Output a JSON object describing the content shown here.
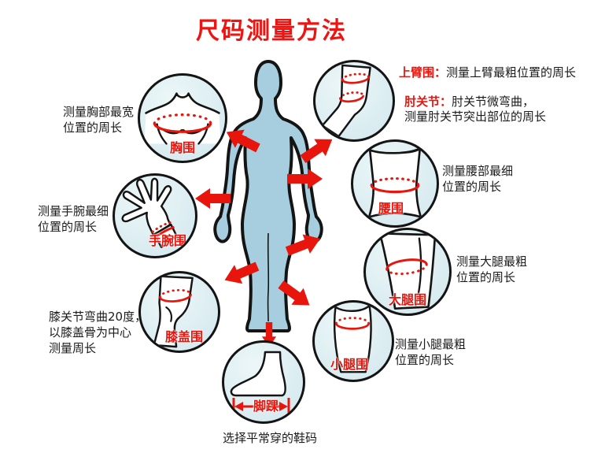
{
  "title": "尺码测量方法",
  "colors": {
    "accent_red": "#e8150d",
    "title_red": "#ed1512",
    "body_fill": "#a6cedf",
    "circle_fill": "#ddeef2",
    "outline": "#141414",
    "text_black": "#1b1b1b"
  },
  "annotations": {
    "upper_arm": {
      "label": "上臂围：",
      "text": "测量上臂最粗位置的周长"
    },
    "elbow_joint": {
      "label": "肘关节：",
      "text_line1": "肘关节微弯曲，",
      "text_line2": "测量肘关节突出部位的周长"
    },
    "chest": {
      "badge": "胸围",
      "note_line1": "测量胸部最宽",
      "note_line2": "位置的周长"
    },
    "wrist": {
      "badge": "手腕围",
      "note_line1": "测量手腕最细",
      "note_line2": "位置的周长"
    },
    "waist": {
      "badge": "腰围",
      "note_line1": "测量腰部最细",
      "note_line2": "位置的周长"
    },
    "knee": {
      "badge": "膝盖围",
      "note_line1": "膝关节弯曲20度，",
      "note_line2": "以膝盖骨为中心",
      "note_line3": "测量周长"
    },
    "thigh": {
      "badge": "大腿围",
      "note_line1": "测量大腿最粗",
      "note_line2": "位置的周长"
    },
    "calf": {
      "badge": "小腿围",
      "note_line1": "测量小腿最粗",
      "note_line2": "位置的周长"
    },
    "foot": {
      "badge": "脚踝",
      "note": "选择平常穿的鞋码"
    }
  }
}
